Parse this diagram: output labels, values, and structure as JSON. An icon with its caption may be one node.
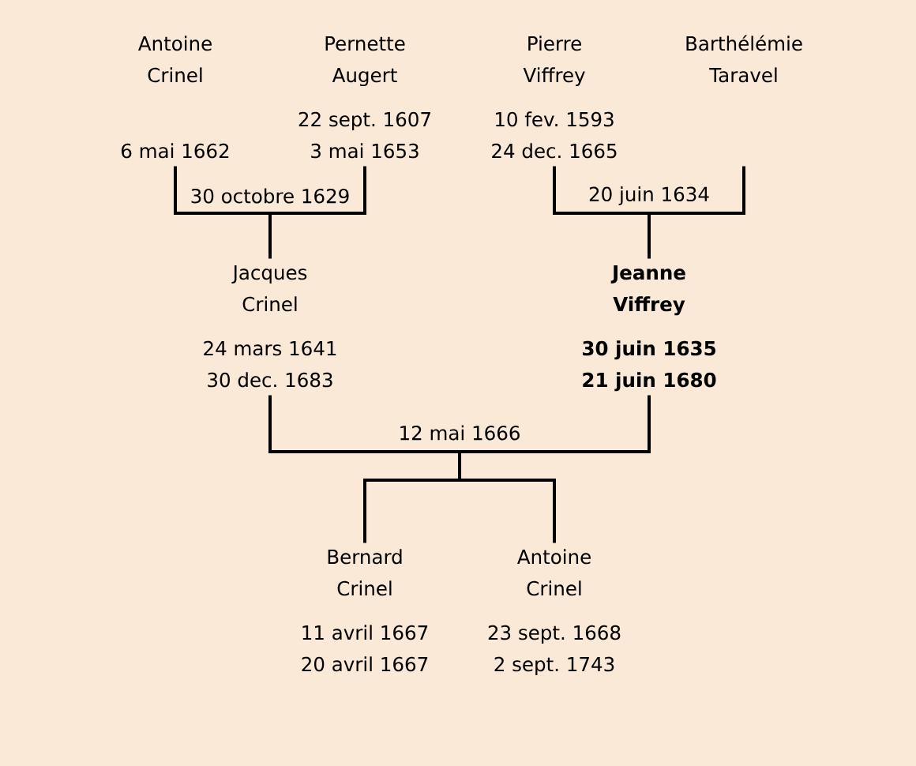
{
  "diagram": {
    "nodes": [
      {
        "text": [
          "Antoine Crinel",
          "6 mai 1662"
        ]
      },
      {
        "text": [
          "Pernette Augert",
          "22 sept. 1607",
          "3 mai 1653"
        ]
      },
      {
        "text": [
          "Pierre Viffrey",
          "10 fev. 1593",
          "24 dec. 1665"
        ]
      },
      {
        "text": [
          "Barthélémie Taravel"
        ]
      },
      {
        "text": [
          "Jacques Crinel",
          "24 mars 1641",
          "30 dec. 1683"
        ]
      },
      {
        "text": [
          "Jeanne Viffrey",
          "30 juin 1635",
          "21 juin 1680"
        ]
      },
      {
        "text": [
          "Bernard Crinel",
          "11 avril 1667",
          "20 avril 1667"
        ]
      },
      {
        "text": [
          "Antoine Crinel",
          "23 sept. 1668",
          "2 sept. 1743"
        ]
      }
    ],
    "edges": [
      {
        "from": 0,
        "to": 1,
        "arrow": "none",
        "label": "30 octobre 1629"
      },
      {
        "from": null,
        "to": 4,
        "arrow": "none"
      },
      {
        "from": 2,
        "to": 3,
        "arrow": "none",
        "label": "20 juin 1634"
      },
      {
        "from": null,
        "to": 5,
        "arrow": "none"
      },
      {
        "from": 4,
        "to": 5,
        "arrow": "none",
        "label": "12 mai 1666"
      },
      {
        "from": null,
        "to": 6,
        "arrow": "none"
      },
      {
        "from": null,
        "to": 7,
        "arrow": "none"
      }
    ]
  }
}
